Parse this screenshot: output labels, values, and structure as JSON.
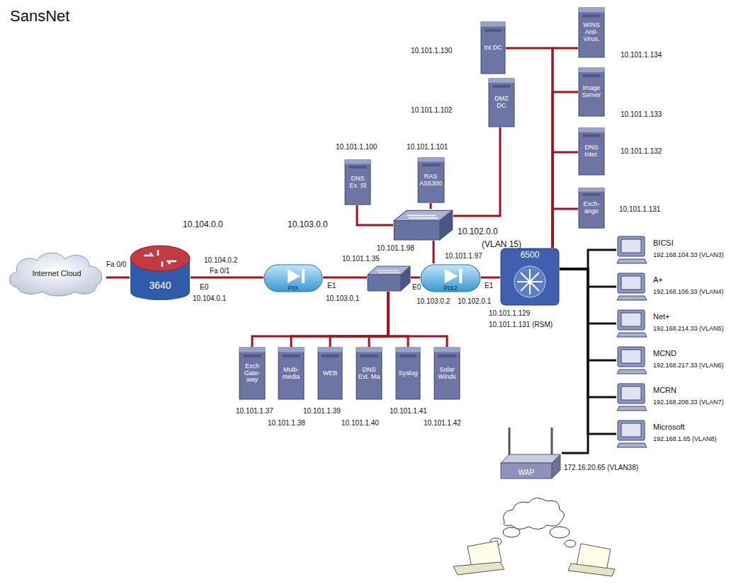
{
  "diagram": {
    "title": "SansNet",
    "nodes": [
      {
        "text": [
          "Internet Cloud"
        ]
      },
      {
        "text": [
          "3640"
        ]
      },
      {
        "text": [
          "PIX"
        ]
      },
      {
        "text": [
          "10.101.1.35"
        ]
      },
      {
        "text": [
          "PIX2"
        ]
      },
      {
        "text": [
          "10.101.1.98"
        ]
      },
      {
        "text": [
          "6500"
        ]
      },
      {
        "text": [
          "Int DC",
          "10.101.1.130"
        ]
      },
      {
        "text": [
          "WINS Anti-Virus.",
          "10.101.1.134"
        ]
      },
      {
        "text": [
          "DMZ DC",
          "10.101.1.102"
        ]
      },
      {
        "text": [
          "Image Server",
          "10.101.1.133"
        ]
      },
      {
        "text": [
          "DNS Ex. Sl",
          "10.101.1.100"
        ]
      },
      {
        "text": [
          "RAS AS5300",
          "10.101.1.101"
        ]
      },
      {
        "text": [
          "DNS Inter.",
          "10.101.1.132"
        ]
      },
      {
        "text": [
          "Exch-ange",
          "10.101.1.131"
        ]
      },
      {
        "text": [
          "BICSI",
          "192.168.104.33 (VLAN3)"
        ]
      },
      {
        "text": [
          "A+",
          "192.168.106.33 (VLAN4)"
        ]
      },
      {
        "text": [
          "Net+",
          "192.168.214.33 (VLAN5)"
        ]
      },
      {
        "text": [
          "MCND",
          "192.168.217.33 (VLAN6)"
        ]
      },
      {
        "text": [
          "MCRN",
          "192.168.208.33 (VLAN7)"
        ]
      },
      {
        "text": [
          "Microsoft",
          "192.168.1.65 (VLAN8)"
        ]
      },
      {
        "text": [
          "WAP",
          "172.16.20.65 (VLAN38)"
        ]
      },
      {
        "text": [
          "Exch Gate-way",
          "10.101.1.37"
        ]
      },
      {
        "text": [
          "Multi-media",
          "10.101.1.38"
        ]
      },
      {
        "text": [
          "WEB",
          "10.101.1.39"
        ]
      },
      {
        "text": [
          "DNS Ext. Ma",
          "10.101.1.40"
        ]
      },
      {
        "text": [
          "Syslog",
          "10.101.1.41"
        ]
      },
      {
        "text": [
          "Solar Winds",
          "10.101.1.42"
        ]
      }
    ],
    "edges": [
      {
        "from": 0,
        "to": 1,
        "arrow": "none"
      },
      {
        "from": 1,
        "to": 2,
        "arrow": "none"
      },
      {
        "from": 2,
        "to": 3,
        "arrow": "none"
      },
      {
        "from": 3,
        "to": 4,
        "arrow": "none"
      },
      {
        "from": 4,
        "to": 6,
        "arrow": "none"
      },
      {
        "from": 4,
        "to": 5,
        "arrow": "none"
      },
      {
        "from": 5,
        "to": 11,
        "arrow": "none"
      },
      {
        "from": 5,
        "to": 12,
        "arrow": "none"
      },
      {
        "from": 5,
        "to": 9,
        "arrow": "none"
      },
      {
        "from": 6,
        "to": 7,
        "arrow": "none"
      },
      {
        "from": 6,
        "to": 8,
        "arrow": "none"
      },
      {
        "from": 6,
        "to": 10,
        "arrow": "none"
      },
      {
        "from": 6,
        "to": 13,
        "arrow": "none"
      },
      {
        "from": 6,
        "to": 14,
        "arrow": "none"
      },
      {
        "from": 6,
        "to": 15,
        "arrow": "none"
      },
      {
        "from": 6,
        "to": 16,
        "arrow": "none"
      },
      {
        "from": 6,
        "to": 17,
        "arrow": "none"
      },
      {
        "from": 6,
        "to": 18,
        "arrow": "none"
      },
      {
        "from": 6,
        "to": 19,
        "arrow": "none"
      },
      {
        "from": 6,
        "to": 20,
        "arrow": "none"
      },
      {
        "from": 6,
        "to": 21,
        "arrow": "none"
      },
      {
        "from": 3,
        "to": 22,
        "arrow": "none"
      },
      {
        "from": 3,
        "to": 23,
        "arrow": "none"
      },
      {
        "from": 3,
        "to": 24,
        "arrow": "none"
      },
      {
        "from": 3,
        "to": 25,
        "arrow": "none"
      },
      {
        "from": 3,
        "to": 26,
        "arrow": "none"
      },
      {
        "from": 3,
        "to": 27,
        "arrow": "none"
      }
    ],
    "labels": [
      "10.104.0.0",
      "10.103.0.0",
      "10.102.0.0",
      "(VLAN 15)",
      "Fa 0/0",
      "10.104.0.2",
      "Fa 0/1",
      "E0",
      "10.104.0.1",
      "E1",
      "10.103.0.1",
      "E0",
      "10.103.0.2",
      "E1",
      "10.102.0.1",
      "10.101.1.97",
      "10.101.1.129",
      "10.101.1.131 (RSM)"
    ]
  }
}
